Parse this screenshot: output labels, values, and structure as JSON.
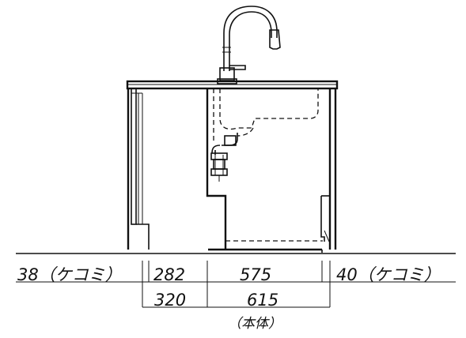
{
  "dimensions": {
    "row1": {
      "left_plinth": "38（ケコミ）",
      "left_section": "282",
      "center": "575",
      "right_plinth": "40（ケコミ）"
    },
    "row2": {
      "left_section": "320",
      "body": "615"
    },
    "body_note": "（本体）"
  }
}
